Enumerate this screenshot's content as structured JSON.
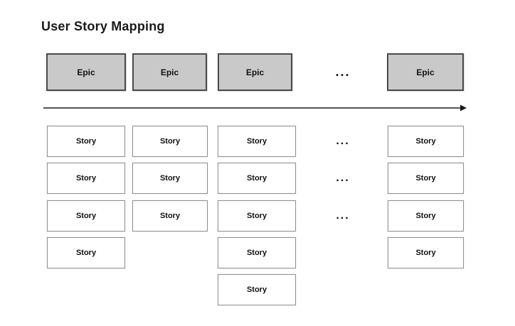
{
  "title": "User Story Mapping",
  "colors": {
    "background": "#ffffff",
    "epic_fill": "#c9c9c9",
    "epic_border": "#4a4a4a",
    "story_fill": "#ffffff",
    "story_border": "#919191",
    "text": "#111111",
    "arrow": "#1a1a1a"
  },
  "epics": {
    "items": [
      {
        "label": "Epic"
      },
      {
        "label": "Epic"
      },
      {
        "label": "Epic"
      },
      {
        "label": "Epic"
      }
    ],
    "ellipsis": "..."
  },
  "stories": {
    "columns": [
      {
        "items": [
          "Story",
          "Story",
          "Story",
          "Story"
        ]
      },
      {
        "items": [
          "Story",
          "Story",
          "Story"
        ]
      },
      {
        "items": [
          "Story",
          "Story",
          "Story",
          "Story",
          "Story"
        ]
      },
      {
        "items": [
          "Story",
          "Story",
          "Story",
          "Story"
        ]
      }
    ],
    "ellipsis_rows": [
      "...",
      "...",
      "..."
    ]
  }
}
